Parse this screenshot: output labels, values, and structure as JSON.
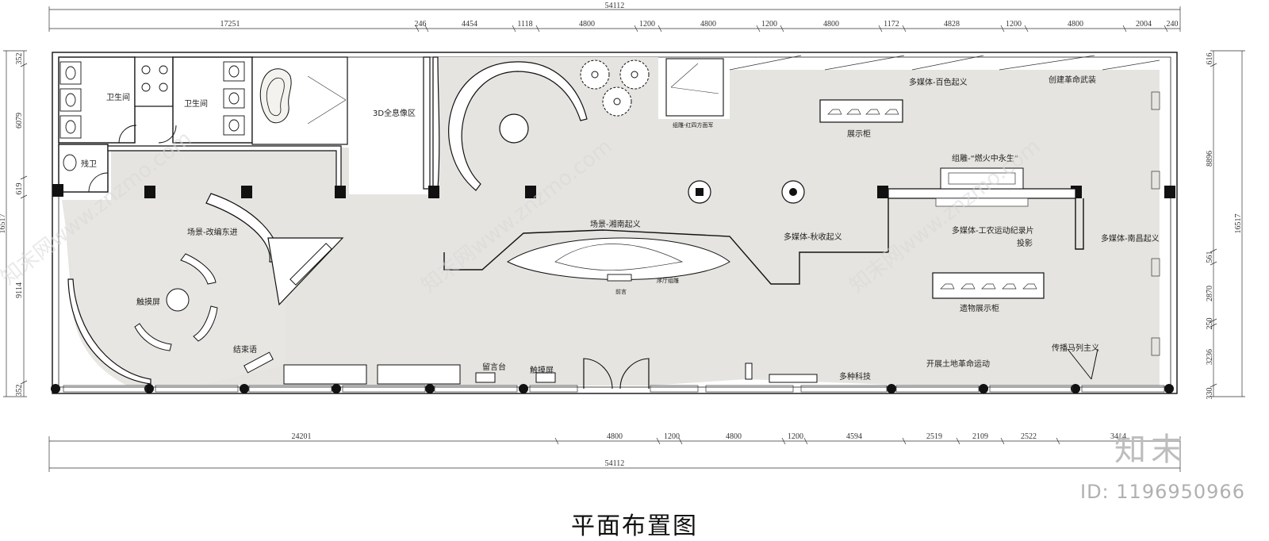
{
  "title": "平面布置图",
  "brand": "知末",
  "image_id": "ID: 1196950966",
  "watermark": "知末网www.znzmo.com",
  "top_dims": [
    "54112",
    "17251",
    "246",
    "4454",
    "1118",
    "4800",
    "1200",
    "4800",
    "1200",
    "4800",
    "1172",
    "4828",
    "1200",
    "4800",
    "2004",
    "240"
  ],
  "bottom_dims": [
    "24201",
    "4800",
    "1200",
    "4800",
    "1200",
    "4594",
    "2519",
    "2109",
    "2522",
    "3414",
    "54112"
  ],
  "left_dims": [
    "352",
    "6079",
    "619",
    "16517",
    "9114",
    "352"
  ],
  "right_dims": [
    "616",
    "8896",
    "16517",
    "561",
    "2870",
    "250",
    "3236",
    "330"
  ],
  "rooms": {
    "wc1": "卫生间",
    "wc2": "卫生间",
    "disabled_wc": "残卫",
    "hologram": "3D全息像区",
    "scene_east": "场景-改编东进",
    "touch": "触摸屏",
    "end": "结束语",
    "message": "留言台",
    "touch2": "触摸屏",
    "scene_xiangnan": "场景-湘南起义",
    "preface": "前言",
    "hall_group": "序厅组雕",
    "baise": "多媒体-百色起义",
    "army": "创建革命武装",
    "display1": "展示柜",
    "hongsi": "组雕-红四方面军",
    "spark": "组雕-“燃火中永生”",
    "autumn": "多媒体-秋收起义",
    "film": "多媒体-工农运动纪录片",
    "projection": "投影",
    "nanchang": "多媒体-南昌起义",
    "relics": "遗物展示柜",
    "land": "开展土地革命运动",
    "marx": "传播马列主义",
    "tech": "多种科技"
  }
}
